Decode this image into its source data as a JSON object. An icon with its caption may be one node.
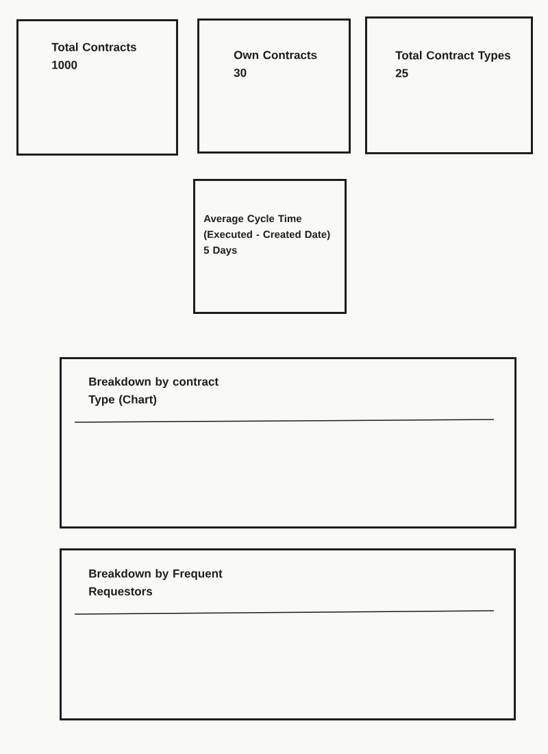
{
  "diagram": {
    "nodes": [
      {
        "text": [
          "Total Contracts",
          "1000"
        ]
      },
      {
        "text": [
          "Own Contracts",
          "30"
        ]
      },
      {
        "text": [
          "Total Contract Types",
          "25"
        ]
      },
      {
        "text": [
          "Average Cycle Time (Executed - Created Date)",
          "5 Days"
        ]
      },
      {
        "text": [
          "Breakdown by contract Type (Chart)"
        ]
      },
      {
        "text": [
          "Breakdown by Frequent Requestors"
        ]
      }
    ]
  }
}
